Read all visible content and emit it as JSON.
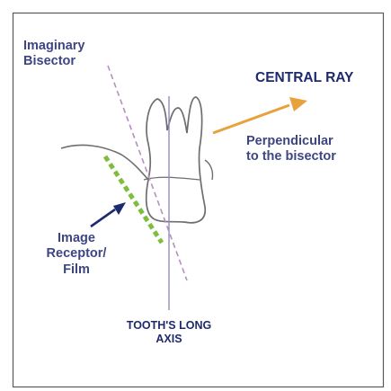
{
  "labels": {
    "imaginary_bisector": [
      "Imaginary",
      "Bisector"
    ],
    "central_ray": "CENTRAL RAY",
    "perpendicular": [
      "Perpendicular",
      "to the bisector"
    ],
    "image_receptor": [
      "Image",
      "Receptor/",
      "Film"
    ],
    "tooth_long_axis": [
      "TOOTH'S LONG",
      "AXIS"
    ]
  },
  "colors": {
    "frame_border": "#5a5a5a",
    "text_navy": "#3d4682",
    "text_dark_navy": "#1e2a6e",
    "bisector_line": "#b58fc0",
    "long_axis_line": "#8e8ec2",
    "central_ray_arrow": "#e8a23c",
    "receptor_arrow": "#1e2a6e",
    "film_dashes": "#7dbf3c",
    "tooth_outline": "#6e6e6e"
  }
}
